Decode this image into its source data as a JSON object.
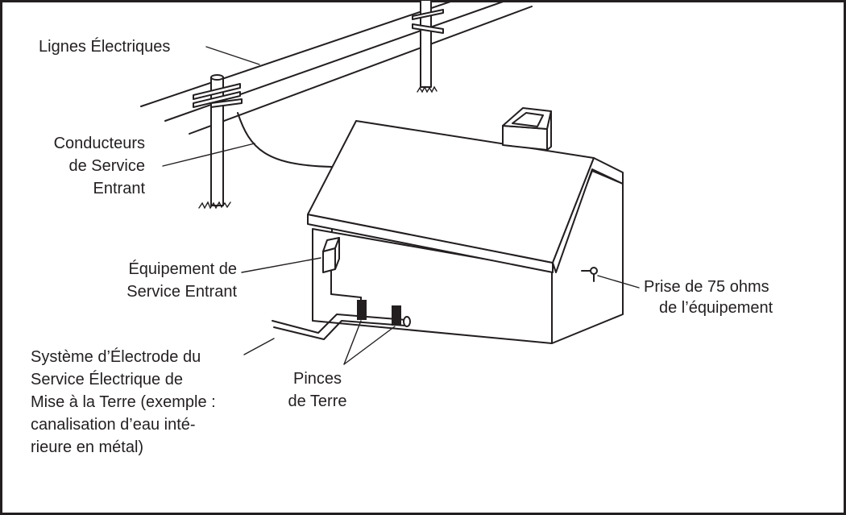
{
  "diagram": {
    "labels": {
      "power_lines": "Lignes Électriques",
      "service_conductors": [
        "Conducteurs",
        "de Service",
        "Entrant"
      ],
      "service_equipment": [
        "Équipement de",
        "Service Entrant"
      ],
      "jack": [
        "Prise de 75 ohms",
        "de l’équipement"
      ],
      "electrode_system": [
        "Système d’Électrode du",
        "Service Électrique de",
        "Mise à la Terre (exemple :",
        "canalisation d’eau inté-",
        "rieure en métal)"
      ],
      "ground_clamps": [
        "Pinces",
        "de Terre"
      ]
    }
  }
}
